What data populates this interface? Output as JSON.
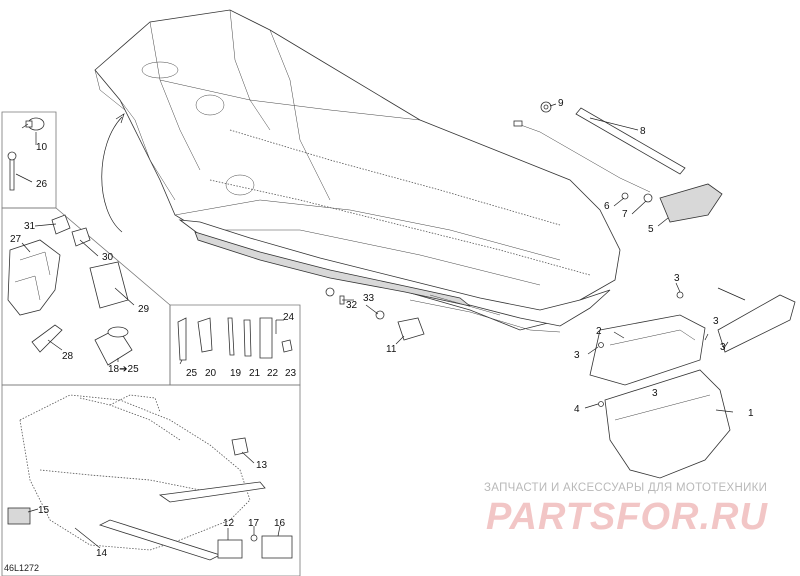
{
  "diagram": {
    "code": "46L1272",
    "watermark": {
      "caption": "ЗАПЧАСТИ И АКСЕССУАРЫ ДЛЯ МОТОТЕХНИКИ",
      "logo": "PARTSFOR.RU"
    },
    "callouts": [
      "1",
      "2",
      "3",
      "3",
      "3",
      "3",
      "3",
      "4",
      "5",
      "6",
      "7",
      "8",
      "9",
      "10",
      "11",
      "12",
      "13",
      "14",
      "15",
      "16",
      "17",
      "18➔25",
      "19",
      "20",
      "21",
      "22",
      "23",
      "24",
      "25",
      "26",
      "27",
      "28",
      "29",
      "30",
      "31",
      "32",
      "33"
    ]
  }
}
